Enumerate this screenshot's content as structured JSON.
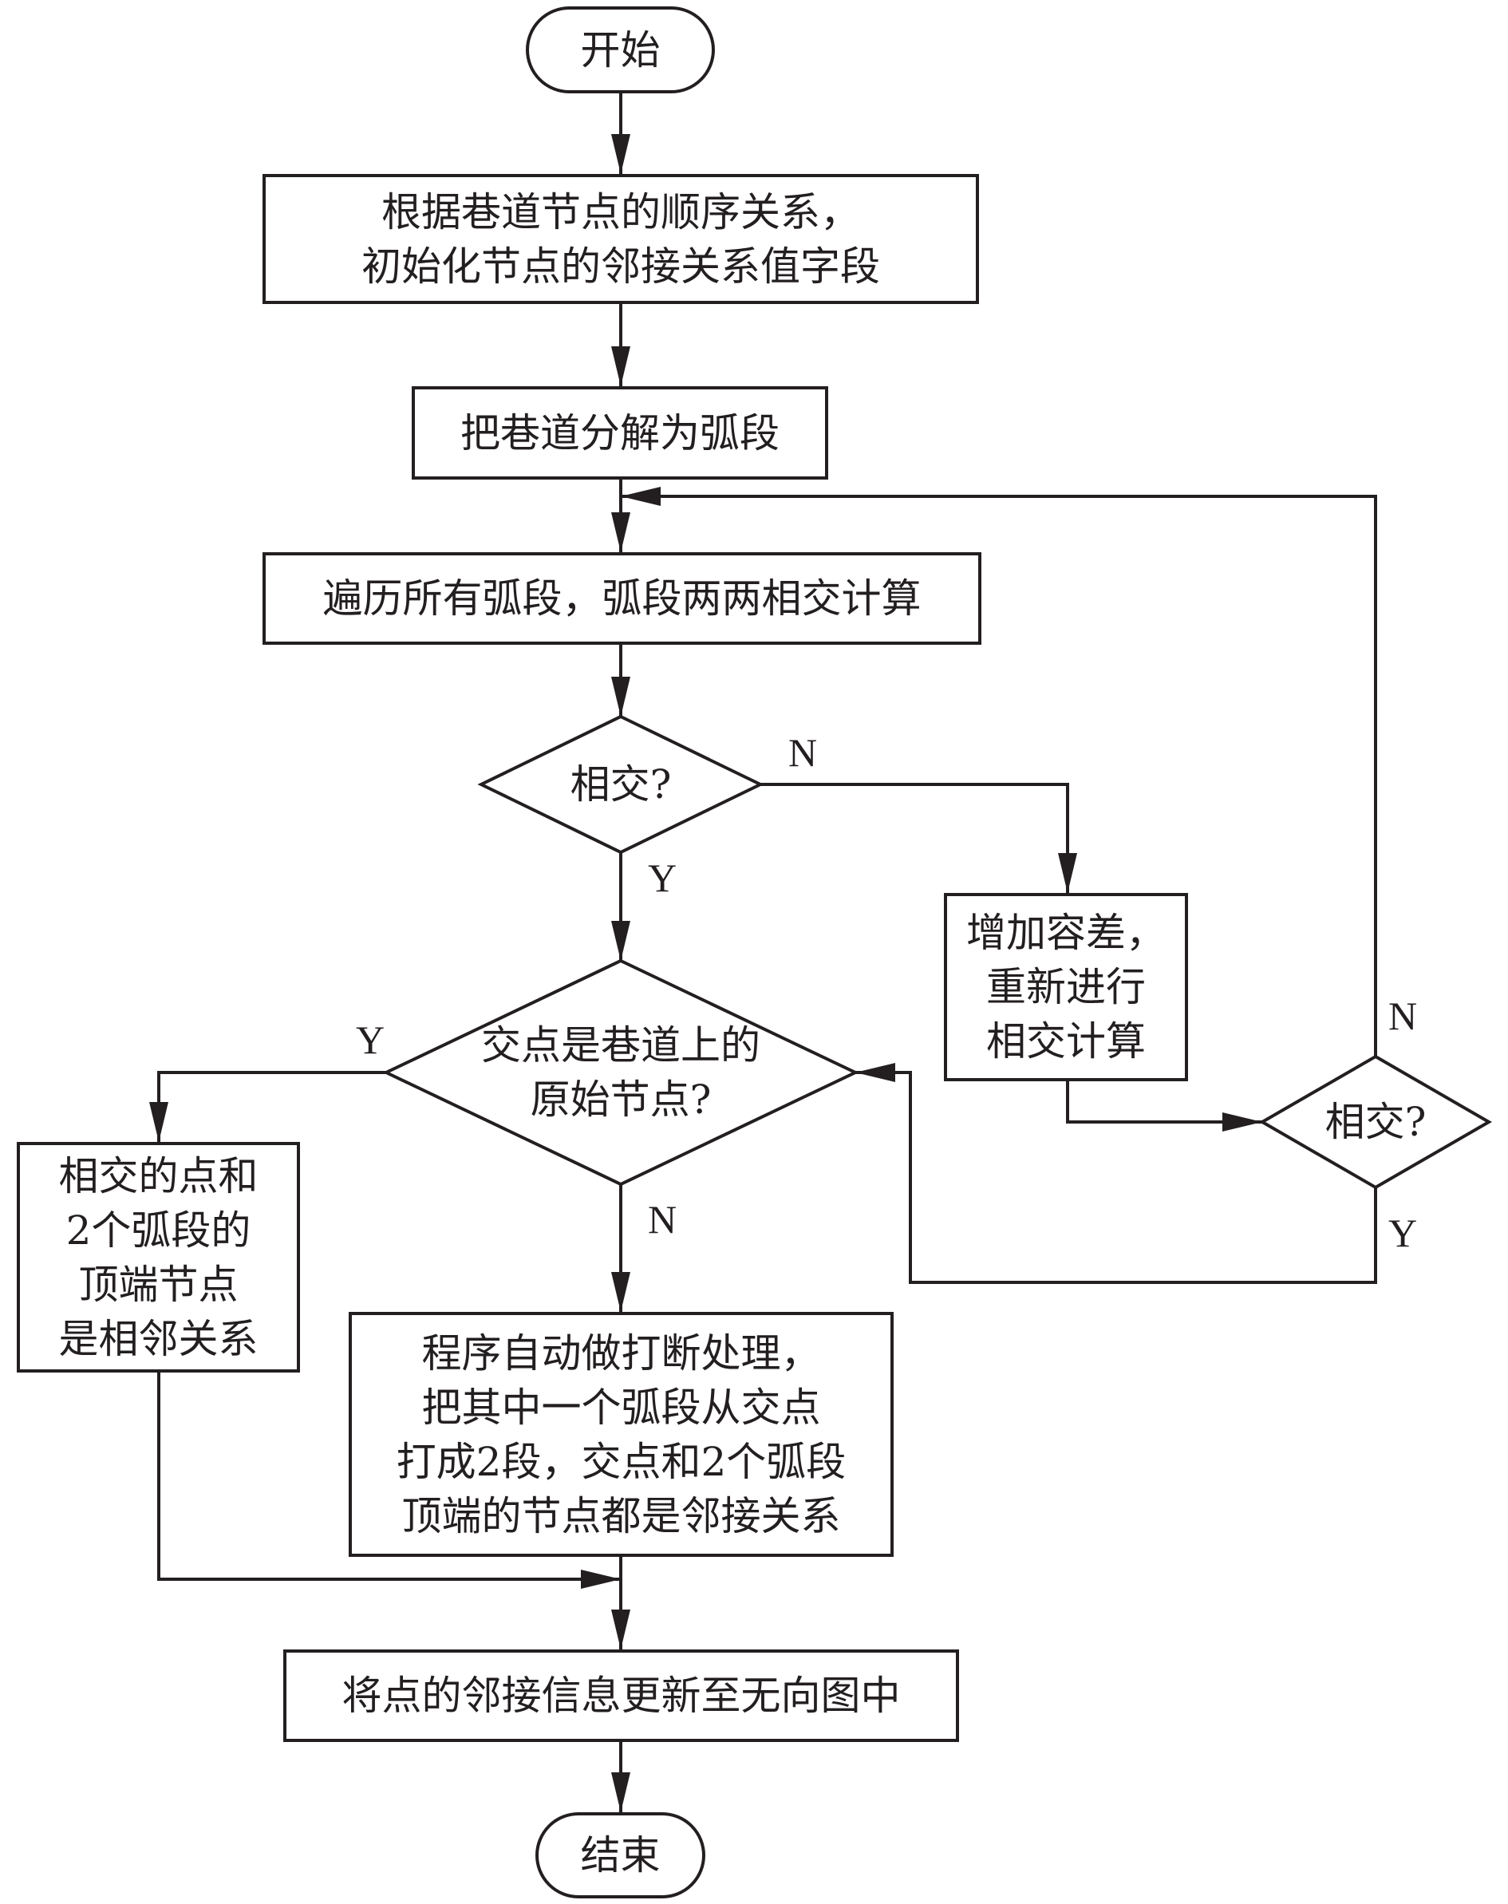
{
  "flowchart": {
    "start": "开始",
    "init": "根据巷道节点的顺序关系，\n初始化节点的邻接关系值字段",
    "decompose": "把巷道分解为弧段",
    "traverse": "遍历所有弧段，弧段两两相交计算",
    "decision_intersect": "相交?",
    "increase_tolerance": "增加容差，\n重新进行\n相交计算",
    "decision_intersect_again": "相交?",
    "decision_original_node": "交点是巷道上的\n原始节点?",
    "adjacent_result": "相交的点和\n2个弧段的\n顶端节点\n是相邻关系",
    "auto_break": "程序自动做打断处理，\n把其中一个弧段从交点\n打成2段，交点和2个弧段\n顶端的节点都是邻接关系",
    "update_graph": "将点的邻接信息更新至无向图中",
    "end": "结束"
  },
  "edge_labels": {
    "intersect_no": "N",
    "intersect_yes": "Y",
    "original_yes": "Y",
    "original_no": "N",
    "intersect_again_no": "N",
    "intersect_again_yes": "Y"
  },
  "colors": {
    "stroke": "#231f20",
    "background": "#ffffff"
  }
}
